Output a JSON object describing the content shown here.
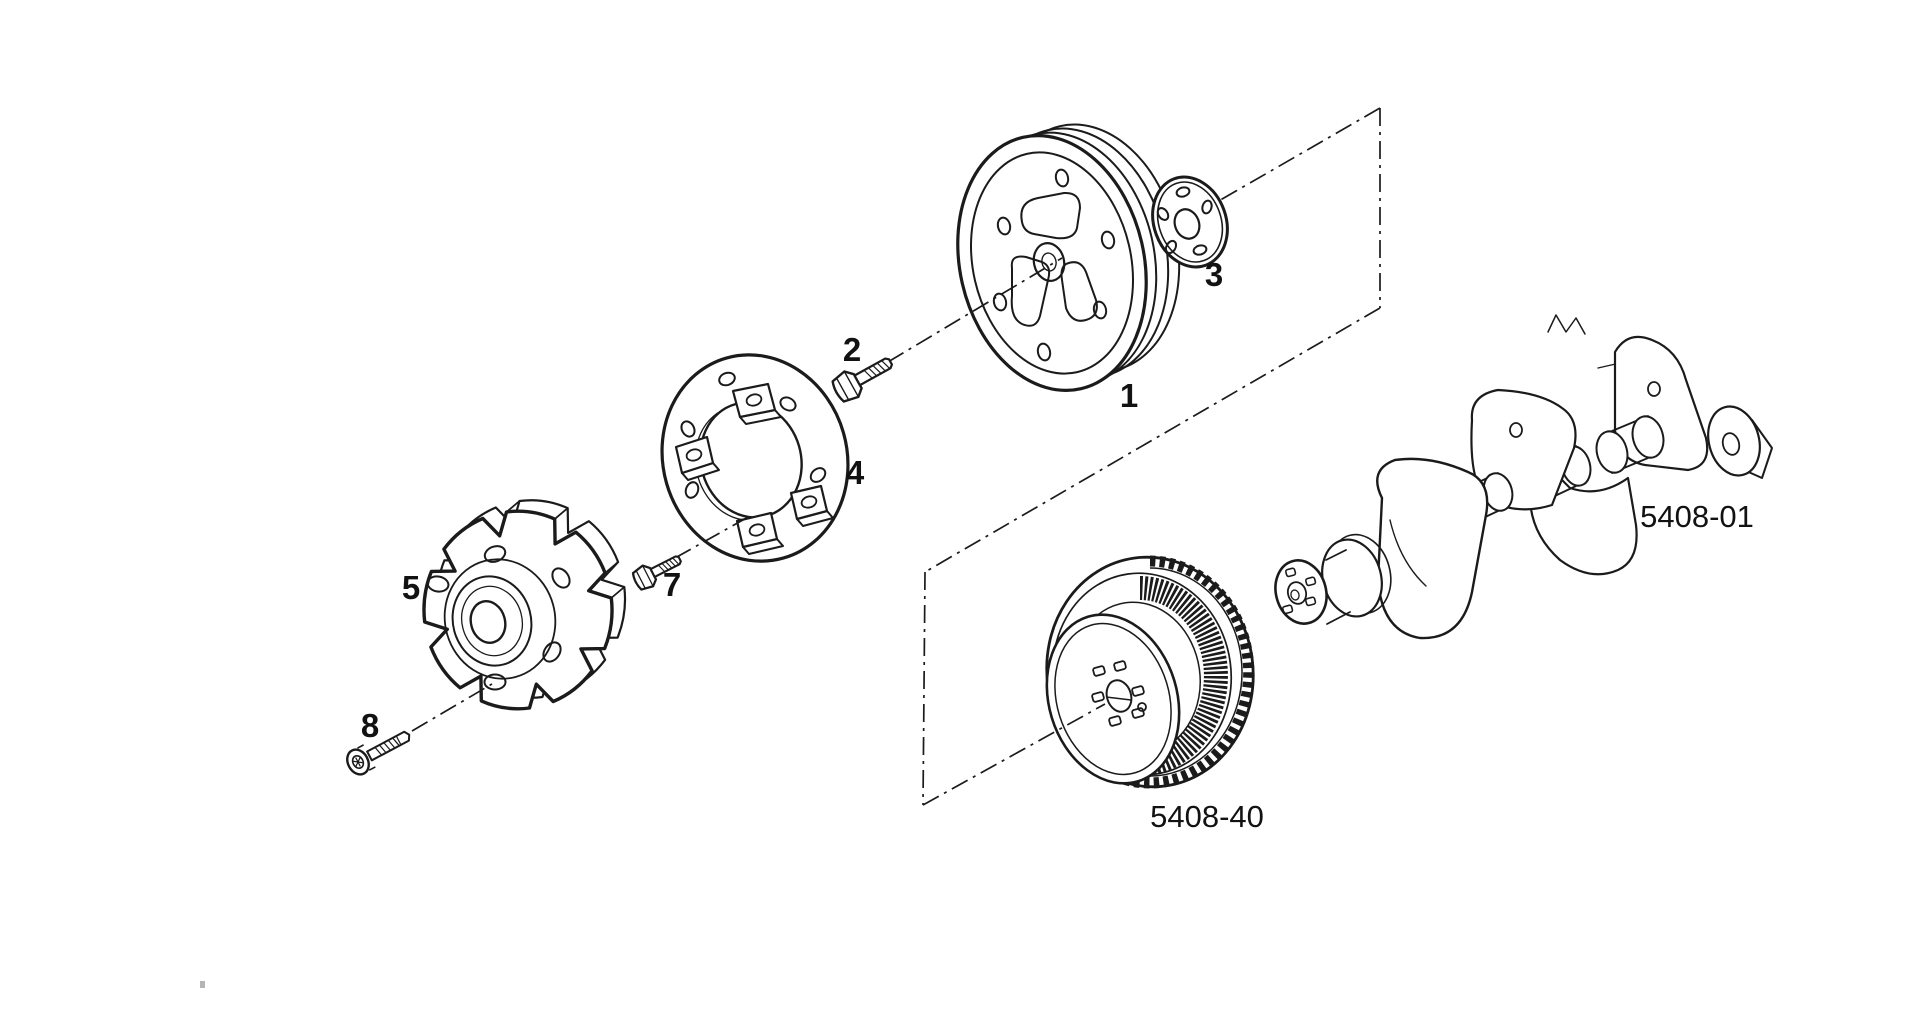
{
  "diagram": {
    "background_color": "#ffffff",
    "line_color": "#1b1b1b"
  },
  "callouts": {
    "pulley": "1",
    "pulley_bolt": "2",
    "washer_plate": "3",
    "drive_disc": "4",
    "flexible_coupling": "5",
    "disc_bolt": "7",
    "coupling_bolt": "8"
  },
  "section_references": {
    "crankshaft": "5408-01",
    "damper_flywheel": "5408-40"
  }
}
